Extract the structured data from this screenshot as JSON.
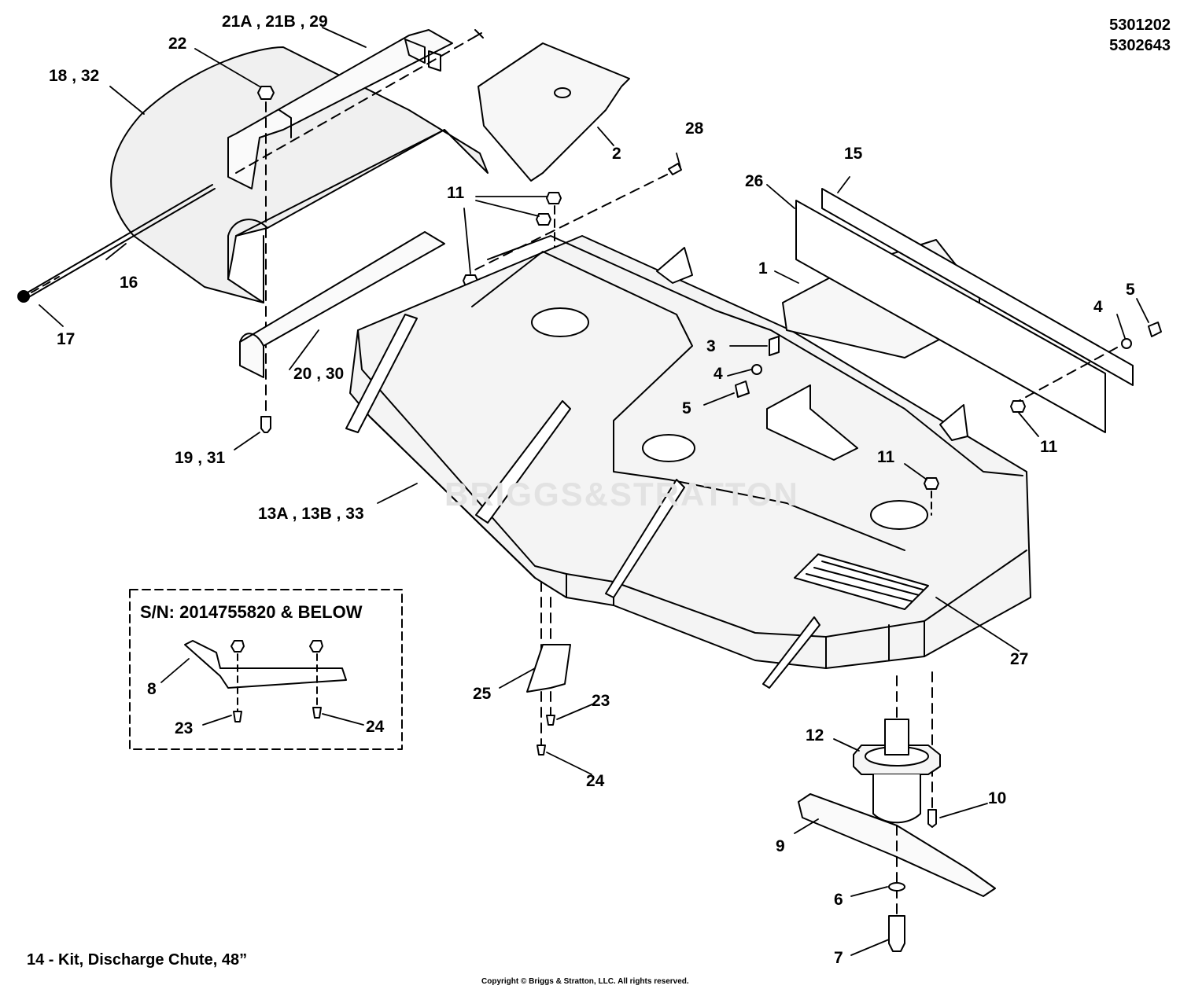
{
  "drawing_numbers": [
    "5301202",
    "5302643"
  ],
  "watermark": "BRIGGS&STRATTON",
  "inset": {
    "title": "S/N: 2014755820 & BELOW"
  },
  "callouts": [
    "21A , 21B , 29",
    "22",
    "18 , 32",
    "16",
    "17",
    "20 , 30",
    "19 , 31",
    "2",
    "28",
    "11",
    "13A , 13B , 33",
    "15",
    "26",
    "1",
    "3",
    "4",
    "5",
    "4",
    "5",
    "11",
    "11",
    "27",
    "25",
    "23",
    "24",
    "12",
    "10",
    "9",
    "6",
    "7",
    "8",
    "23",
    "24"
  ],
  "footer": {
    "kit_note": "14 - Kit, Discharge Chute, 48”",
    "copyright": "Copyright © Briggs & Stratton, LLC. All rights reserved."
  },
  "colors": {
    "line": "#000000",
    "shade": "#e6e6e6",
    "background": "#ffffff"
  }
}
